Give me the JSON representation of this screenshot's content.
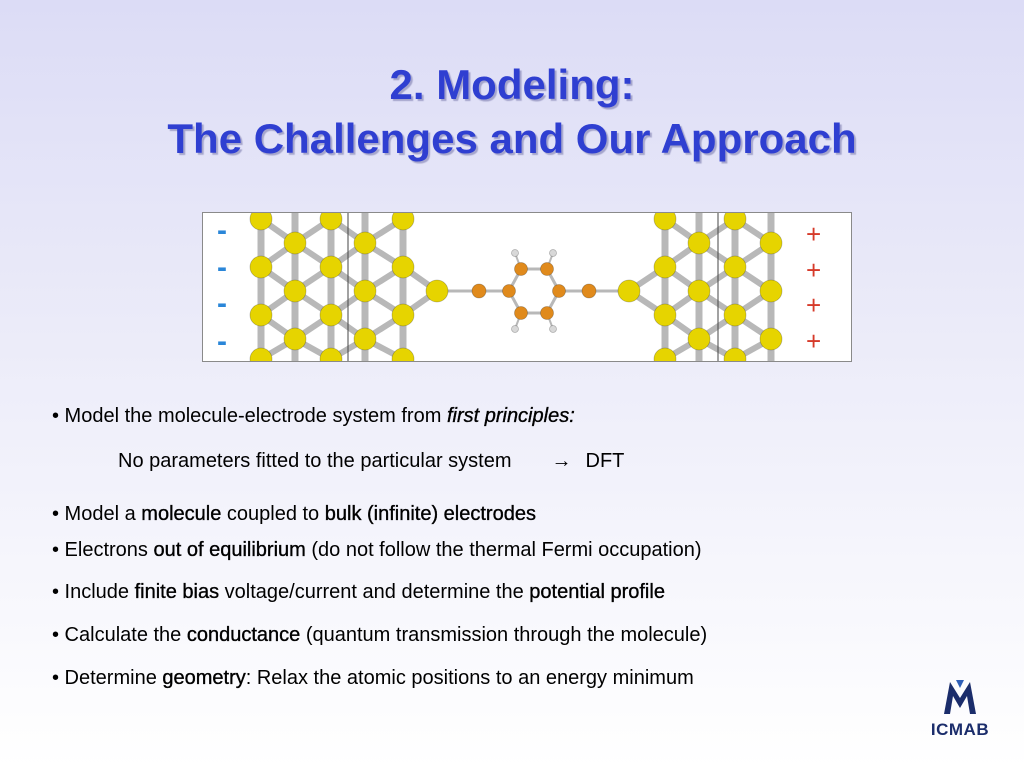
{
  "slide": {
    "title_line1": "2. Modeling:",
    "title_line2": "The Challenges and Our Approach"
  },
  "figure": {
    "left_charges": [
      "-",
      "-",
      "-",
      "-"
    ],
    "right_charges": [
      "+",
      "+",
      "+",
      "+"
    ],
    "colors": {
      "gold_atom": "#e6d400",
      "molecule_atom": "#e08a1c",
      "hydrogen": "#d8d8d8",
      "bond": "#b8b8b8",
      "minus": "#2a86d8",
      "plus": "#d63a2a"
    }
  },
  "bullets": {
    "b1": {
      "pre": "• Model the molecule-electrode system from ",
      "em": "first principles:"
    },
    "sub": {
      "text": "No parameters fitted to the particular system",
      "arrow": "→",
      "result": "DFT"
    },
    "b2": {
      "pre": "• Model a ",
      "k1": "molecule",
      "mid": " coupled to ",
      "k2": "bulk (infinite) electrodes"
    },
    "b3": {
      "pre": "• Electrons ",
      "k1": "out of equilibrium",
      "post": " (do not follow the thermal Fermi occupation)"
    },
    "b4": {
      "pre": "• Include ",
      "k1": "finite bias",
      "mid": " voltage/current and determine the ",
      "k2": "potential profile"
    },
    "b5": {
      "pre": "• Calculate the ",
      "k1": "conductance",
      "post": " (quantum transmission through the molecule)"
    },
    "b6": {
      "pre": "• Determine ",
      "k1": "geometry",
      "post": ": Relax the atomic positions to an energy minimum"
    }
  },
  "logo": {
    "text": "ICMAB"
  }
}
